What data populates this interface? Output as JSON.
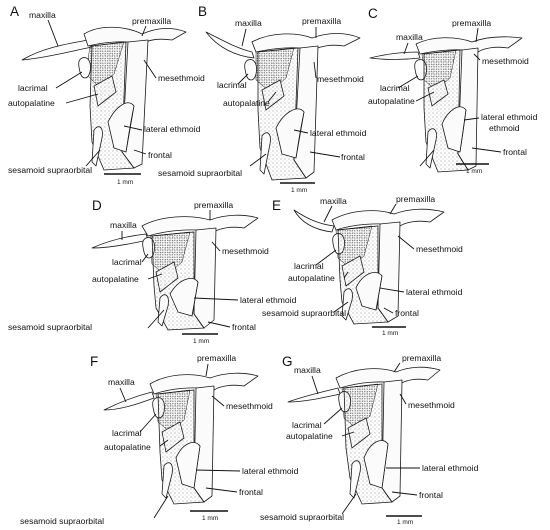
{
  "labels": {
    "maxilla": "maxilla",
    "premaxilla": "premaxilla",
    "mesethmoid": "mesethmoid",
    "lacrimal": "lacrimal",
    "autopalatine": "autopalatine",
    "lateral_ethmoid": "lateral ethmoid",
    "frontal": "frontal",
    "sesamoid_supraorbital": "sesamoid supraorbital"
  },
  "scale": "1 mm",
  "panels": [
    {
      "letter": "A"
    },
    {
      "letter": "B"
    },
    {
      "letter": "C"
    },
    {
      "letter": "D"
    },
    {
      "letter": "E"
    },
    {
      "letter": "F"
    },
    {
      "letter": "G"
    }
  ],
  "colors": {
    "stipple": "#707070",
    "outline": "#1a1a1a",
    "background": "#ffffff"
  }
}
